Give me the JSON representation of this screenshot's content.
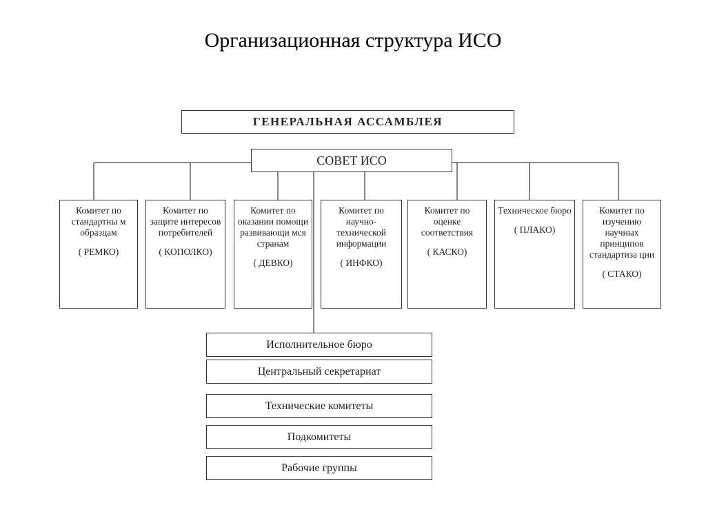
{
  "title": "Организационная структура ИСО",
  "general_assembly": "ГЕНЕРАЛЬНАЯ АССАМБЛЕЯ",
  "council": "СОВЕТ ИСО",
  "committees": [
    {
      "name": "Комитет по стандартны м образцам",
      "abbr": "( РЕМКО)"
    },
    {
      "name": "Комитет по защите интересов потребителей",
      "abbr": "( КОПОЛКО)"
    },
    {
      "name": "Комитет по оказании помощи развивающи мся странам",
      "abbr": "( ДЕВКО)"
    },
    {
      "name": "Комитет по научно-технической информации",
      "abbr": "( ИНФКО)"
    },
    {
      "name": "Комитет по оценке соответствия",
      "abbr": "( КАСКО)"
    },
    {
      "name": "Техническое бюро",
      "abbr": "( ПЛАКО)"
    },
    {
      "name": "Комитет по изучению научных принципов стандартиза ции",
      "abbr": "( СТАКО)"
    }
  ],
  "lower_units": [
    "Исполнительное бюро",
    "Центральный секретариат",
    "Технические комитеты",
    "Подкомитеты",
    "Рабочие группы"
  ]
}
